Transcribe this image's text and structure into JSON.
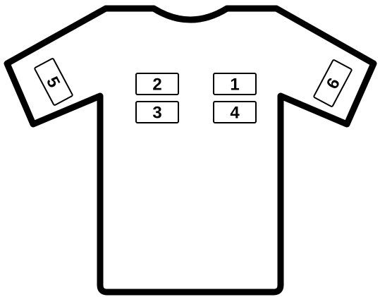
{
  "patches": {
    "chest_upper_left": "2",
    "chest_upper_right": "1",
    "chest_lower_left": "3",
    "chest_lower_right": "4",
    "sleeve_left": "5",
    "sleeve_right": "6"
  },
  "colors": {
    "outline": "#000000",
    "fill": "#ffffff"
  }
}
